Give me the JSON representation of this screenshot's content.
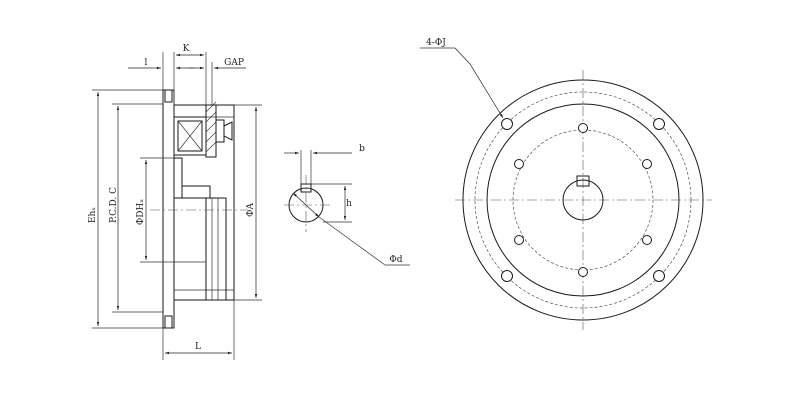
{
  "side_view": {
    "label_l_top": "l",
    "label_k": "K",
    "label_gap": "GAP",
    "label_e": "Ehₓ",
    "label_pcd": "P.C.D. C",
    "label_dh": "ΦDHₓ",
    "label_a": "ΦA",
    "label_l_bottom": "L"
  },
  "shaft_view": {
    "label_b": "b",
    "label_h": "h",
    "label_d": "Φd"
  },
  "front_view": {
    "label_holes": "4-ΦJ"
  }
}
